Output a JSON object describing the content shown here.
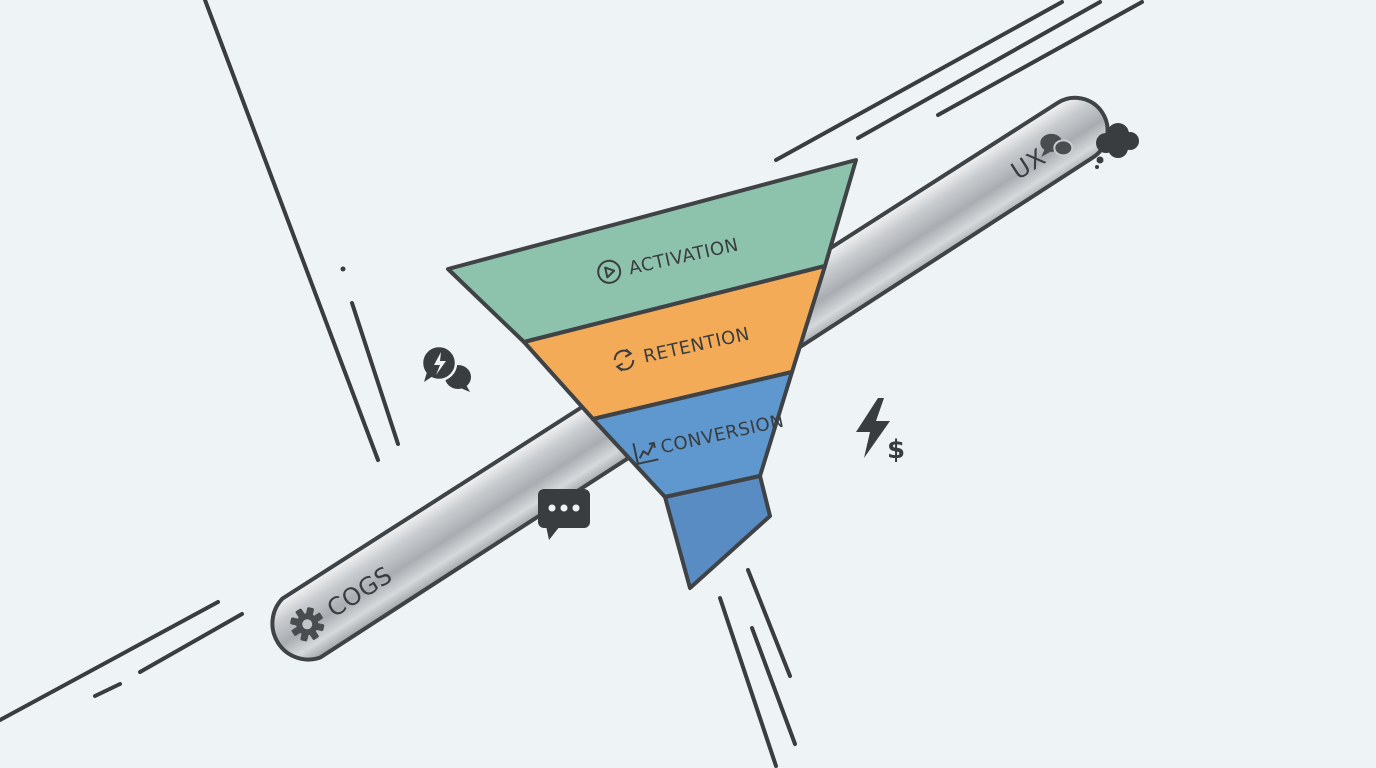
{
  "funnel": {
    "stages": [
      {
        "label": "ACTIVATION",
        "icon": "play-circle-icon",
        "color": "#8dc3ad"
      },
      {
        "label": "RETENTION",
        "icon": "refresh-icon",
        "color": "#f4ab58"
      },
      {
        "label": "CONVERSION",
        "icon": "trend-up-icon",
        "color": "#5f98cf"
      }
    ],
    "spout_color": "#5a8cc4",
    "outline_color": "#3f4346"
  },
  "lever": {
    "left_label": "COGS",
    "left_icon": "gear-icon",
    "right_label": "UX",
    "right_icon": "chat-bubbles-icon"
  },
  "floating_icons": [
    "thought-cloud-icon",
    "lightning-chat-icon",
    "chat-ellipsis-icon",
    "lightning-dollar-icon"
  ],
  "dollar_glyph": "$"
}
